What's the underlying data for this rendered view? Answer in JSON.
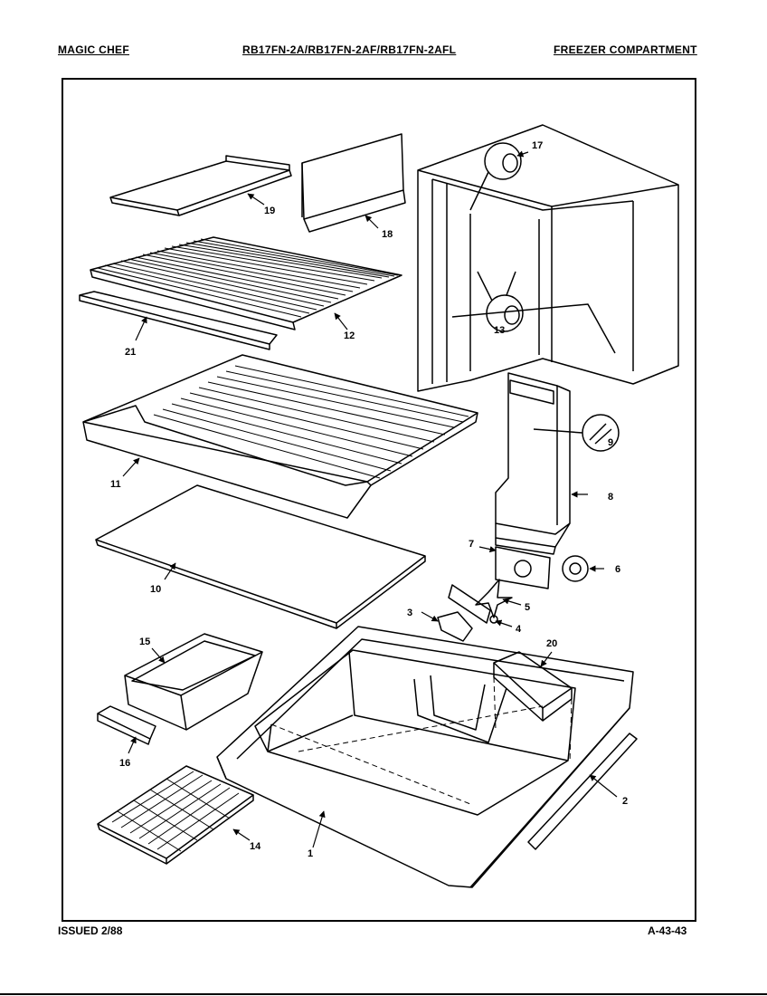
{
  "header": {
    "brand": "MAGIC CHEF",
    "models": "RB17FN-2A/RB17FN-2AF/RB17FN-2AFL",
    "section": "FREEZER COMPARTMENT"
  },
  "footer": {
    "issued": "ISSUED 2/88",
    "code": "A-43-43"
  },
  "callouts": [
    {
      "id": "1",
      "text": "1"
    },
    {
      "id": "2",
      "text": "2"
    },
    {
      "id": "3",
      "text": "3"
    },
    {
      "id": "4",
      "text": "4"
    },
    {
      "id": "5",
      "text": "5"
    },
    {
      "id": "6",
      "text": "6"
    },
    {
      "id": "7",
      "text": "7"
    },
    {
      "id": "8",
      "text": "8"
    },
    {
      "id": "9",
      "text": "9"
    },
    {
      "id": "10",
      "text": "10"
    },
    {
      "id": "11",
      "text": "11"
    },
    {
      "id": "12",
      "text": "12"
    },
    {
      "id": "13",
      "text": "13"
    },
    {
      "id": "14",
      "text": "14"
    },
    {
      "id": "15",
      "text": "15"
    },
    {
      "id": "16",
      "text": "16"
    },
    {
      "id": "17",
      "text": "17"
    },
    {
      "id": "18",
      "text": "18"
    },
    {
      "id": "19",
      "text": "19"
    },
    {
      "id": "20",
      "text": "20"
    },
    {
      "id": "21",
      "text": "21"
    }
  ]
}
